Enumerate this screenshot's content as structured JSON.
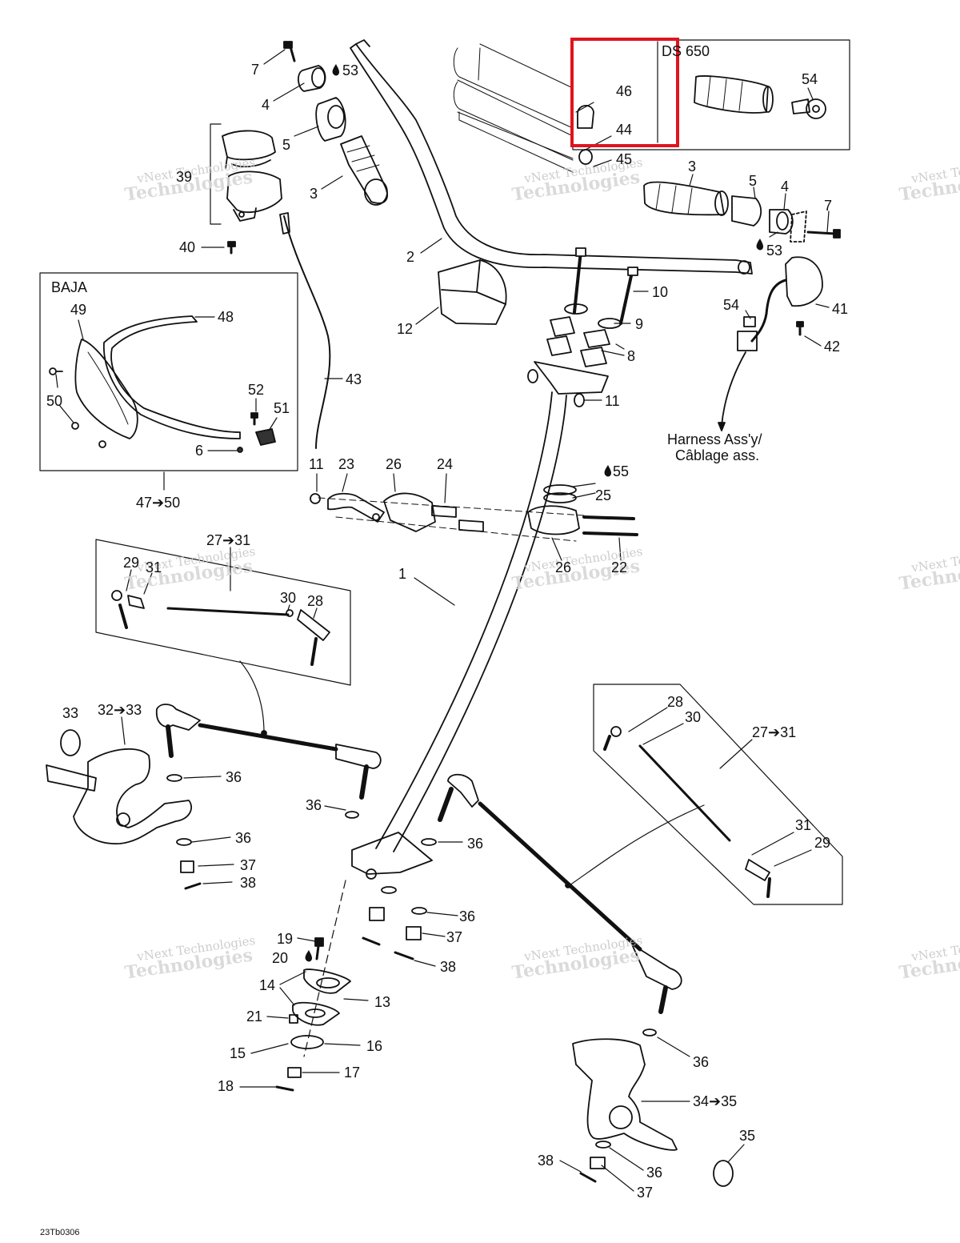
{
  "document": {
    "code": "23Tb0306",
    "highlight_color": "#e0141e"
  },
  "boxes": {
    "ds650": "DS 650",
    "baja": "BAJA",
    "harness": [
      "Harness Ass'y/",
      "Câblage ass."
    ]
  },
  "watermark": {
    "line1": "vNext Technologies",
    "line2": "Technologies"
  },
  "labels": [
    {
      "id": "l7a",
      "text": "7"
    },
    {
      "id": "l53a",
      "text": "53"
    },
    {
      "id": "l4a",
      "text": "4"
    },
    {
      "id": "l5a",
      "text": "5"
    },
    {
      "id": "l3a",
      "text": "3"
    },
    {
      "id": "l39",
      "text": "39"
    },
    {
      "id": "l40",
      "text": "40"
    },
    {
      "id": "l2",
      "text": "2"
    },
    {
      "id": "l46",
      "text": "46"
    },
    {
      "id": "l44",
      "text": "44"
    },
    {
      "id": "l45",
      "text": "45"
    },
    {
      "id": "l54a",
      "text": "54"
    },
    {
      "id": "l3b",
      "text": "3"
    },
    {
      "id": "l5b",
      "text": "5"
    },
    {
      "id": "l4b",
      "text": "4"
    },
    {
      "id": "l7b",
      "text": "7"
    },
    {
      "id": "l53b",
      "text": "53"
    },
    {
      "id": "l12",
      "text": "12"
    },
    {
      "id": "l10",
      "text": "10"
    },
    {
      "id": "l9",
      "text": "9"
    },
    {
      "id": "l8",
      "text": "8"
    },
    {
      "id": "l11a",
      "text": "11"
    },
    {
      "id": "l54b",
      "text": "54"
    },
    {
      "id": "l41",
      "text": "41"
    },
    {
      "id": "l42",
      "text": "42"
    },
    {
      "id": "l49",
      "text": "49"
    },
    {
      "id": "l48",
      "text": "48"
    },
    {
      "id": "l50",
      "text": "50"
    },
    {
      "id": "l52",
      "text": "52"
    },
    {
      "id": "l51",
      "text": "51"
    },
    {
      "id": "l6",
      "text": "6"
    },
    {
      "id": "l4750",
      "text": "47➔50"
    },
    {
      "id": "l43",
      "text": "43"
    },
    {
      "id": "l11b",
      "text": "11"
    },
    {
      "id": "l23",
      "text": "23"
    },
    {
      "id": "l26a",
      "text": "26"
    },
    {
      "id": "l24",
      "text": "24"
    },
    {
      "id": "l55",
      "text": "55"
    },
    {
      "id": "l25",
      "text": "25"
    },
    {
      "id": "l26b",
      "text": "26"
    },
    {
      "id": "l22",
      "text": "22"
    },
    {
      "id": "l2731a",
      "text": "27➔31"
    },
    {
      "id": "l29a",
      "text": "29"
    },
    {
      "id": "l31a",
      "text": "31"
    },
    {
      "id": "l30a",
      "text": "30"
    },
    {
      "id": "l28a",
      "text": "28"
    },
    {
      "id": "l1",
      "text": "1"
    },
    {
      "id": "l33",
      "text": "33"
    },
    {
      "id": "l3233",
      "text": "32➔33"
    },
    {
      "id": "l36a",
      "text": "36"
    },
    {
      "id": "l36b",
      "text": "36"
    },
    {
      "id": "l36c",
      "text": "36"
    },
    {
      "id": "l37a",
      "text": "37"
    },
    {
      "id": "l38a",
      "text": "38"
    },
    {
      "id": "l28b",
      "text": "28"
    },
    {
      "id": "l30b",
      "text": "30"
    },
    {
      "id": "l2731b",
      "text": "27➔31"
    },
    {
      "id": "l31b",
      "text": "31"
    },
    {
      "id": "l29b",
      "text": "29"
    },
    {
      "id": "l36d",
      "text": "36"
    },
    {
      "id": "l36e",
      "text": "36"
    },
    {
      "id": "l37b",
      "text": "37"
    },
    {
      "id": "l19",
      "text": "19"
    },
    {
      "id": "l20",
      "text": "20"
    },
    {
      "id": "l38b",
      "text": "38"
    },
    {
      "id": "l14",
      "text": "14"
    },
    {
      "id": "l13",
      "text": "13"
    },
    {
      "id": "l21",
      "text": "21"
    },
    {
      "id": "l15",
      "text": "15"
    },
    {
      "id": "l16",
      "text": "16"
    },
    {
      "id": "l17",
      "text": "17"
    },
    {
      "id": "l18",
      "text": "18"
    },
    {
      "id": "l36f",
      "text": "36"
    },
    {
      "id": "l3435",
      "text": "34➔35"
    },
    {
      "id": "l35",
      "text": "35"
    },
    {
      "id": "l38c",
      "text": "38"
    },
    {
      "id": "l36g",
      "text": "36"
    },
    {
      "id": "l37c",
      "text": "37"
    }
  ]
}
